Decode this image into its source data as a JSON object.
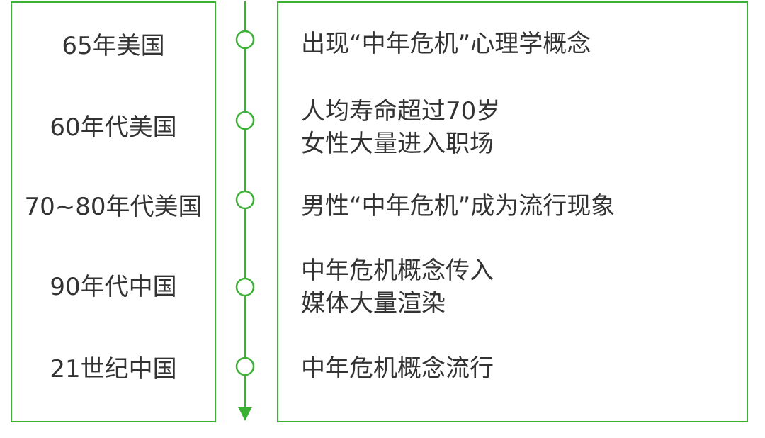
{
  "timeline": {
    "line_color": "#3cb035",
    "items": [
      {
        "era": "65年美国",
        "events": [
          "出现“中年危机”心理学概念"
        ]
      },
      {
        "era": "60年代美国",
        "events": [
          "人均寿命超过70岁",
          "女性大量进入职场"
        ]
      },
      {
        "era": "70~80年代美国",
        "events": [
          "男性“中年危机”成为流行现象"
        ]
      },
      {
        "era": "90年代中国",
        "events": [
          "中年危机概念传入",
          "媒体大量渲染"
        ]
      },
      {
        "era": "21世纪中国",
        "events": [
          "中年危机概念流行"
        ]
      }
    ]
  }
}
